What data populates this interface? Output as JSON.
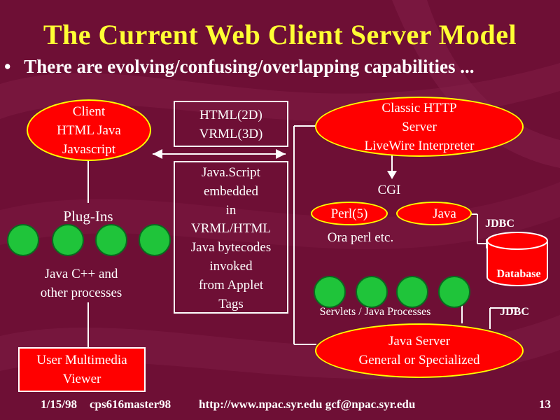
{
  "title": "The Current Web Client Server Model",
  "bullet": "There are evolving/confusing/overlapping capabilities ...",
  "client": {
    "line1": "Client",
    "line2": "HTML Java",
    "line3": "Javascript"
  },
  "plugins": "Plug-Ins",
  "java_cpp": {
    "line1": "Java C++ and",
    "line2": "other processes"
  },
  "viewer": {
    "line1": "User Multimedia",
    "line2": "Viewer"
  },
  "html_box": {
    "line1": "HTML(2D)",
    "line2": "VRML(3D)"
  },
  "js_box": [
    "Java.Script",
    "embedded",
    "in",
    "VRML/HTML",
    "Java bytecodes",
    "invoked",
    "from Applet",
    "Tags"
  ],
  "http_server": {
    "line1": "Classic HTTP",
    "line2": "Server",
    "line3": "LiveWire Interpreter"
  },
  "cgi": "CGI",
  "perl": "Perl(5)",
  "java": "Java",
  "oraperl": "Ora perl etc.",
  "jdbc_top": "JDBC",
  "database": "Database",
  "servlets": "Servlets / Java Processes",
  "jdbc_bottom": "JDBC",
  "java_server": {
    "line1": "Java Server",
    "line2": "General or Specialized"
  },
  "footer": {
    "date": "1/15/98",
    "file": "cps616master98",
    "url": "http://www.npac.syr.edu gcf@npac.syr.edu",
    "page": "13"
  },
  "colors": {
    "background": "#6e0f35",
    "title": "#ffff33",
    "node": "#ff0000",
    "process": "#1fc43a"
  }
}
